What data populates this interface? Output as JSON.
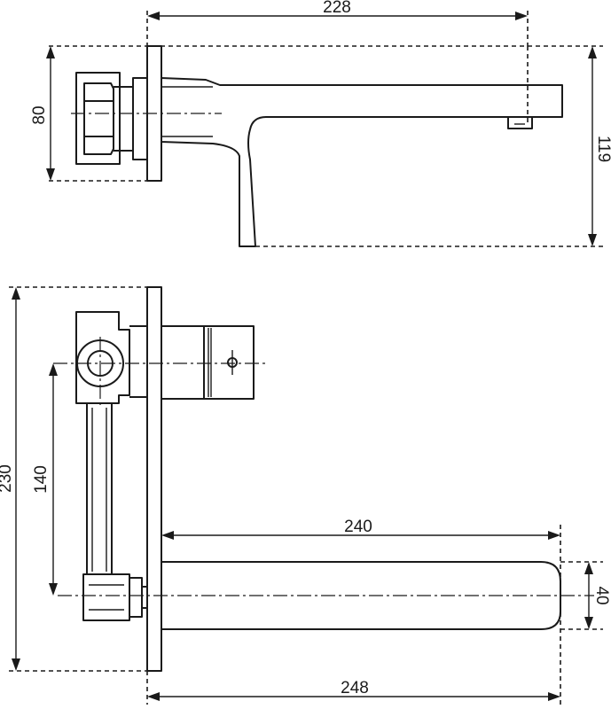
{
  "drawing": {
    "background": "#ffffff",
    "line_color": "#1a1a1a",
    "dimensions": {
      "top_width": "228",
      "top_height_left": "80",
      "top_height_right": "119",
      "bottom_total_height": "230",
      "bottom_center_distance": "140",
      "bottom_spout_length": "240",
      "bottom_spout_height": "40",
      "bottom_total_width": "248"
    }
  }
}
